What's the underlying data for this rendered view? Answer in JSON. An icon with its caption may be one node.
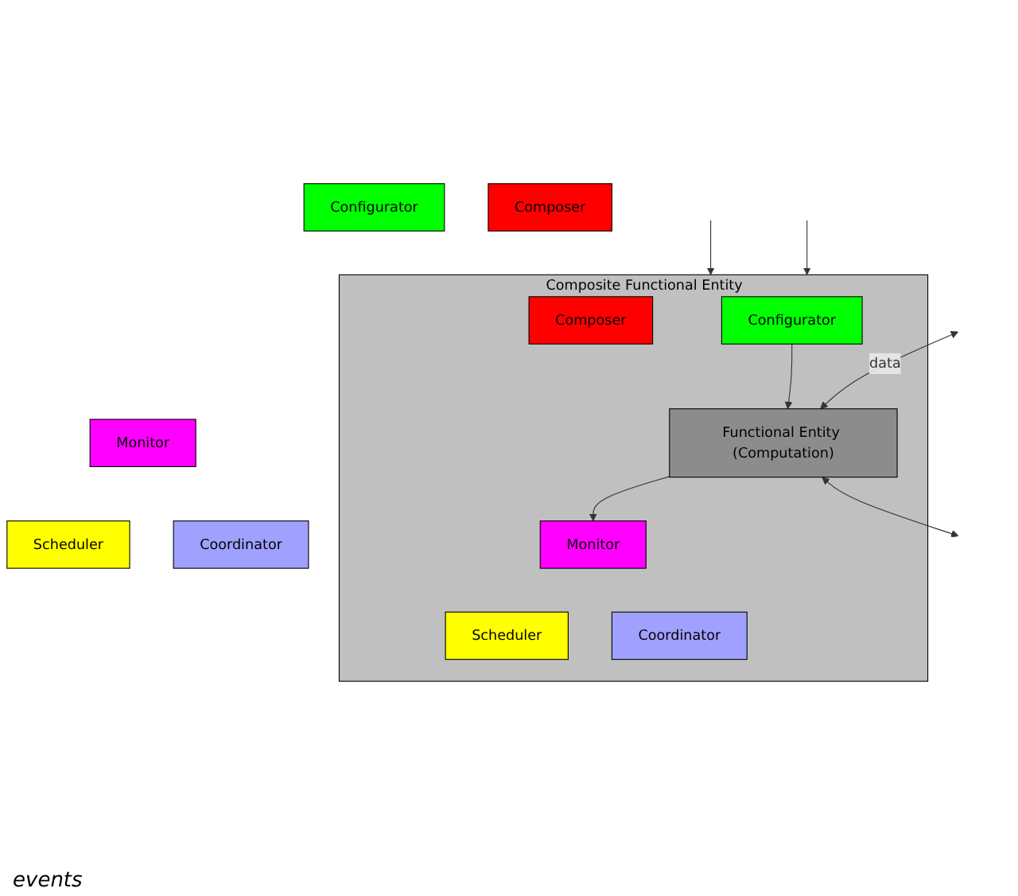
{
  "diagram": {
    "nodes": [
      {
        "text": [
          "Composer"
        ]
      },
      {
        "text": [
          "Configurator"
        ]
      },
      {
        "text": [
          "Composite Functional Entity"
        ]
      },
      {
        "text": [
          "Composer"
        ],
        "in": 2
      },
      {
        "text": [
          "Configurator"
        ],
        "in": 2
      },
      {
        "text": [
          "Functional Entity (Computation)"
        ],
        "in": 2
      },
      {
        "text": [
          "Monitor"
        ],
        "in": 2
      },
      {
        "text": [
          "Coordinator"
        ],
        "in": 2
      },
      {
        "text": [
          "Scheduler"
        ],
        "in": 2
      },
      {
        "text": [
          "Monitor"
        ]
      },
      {
        "text": [
          "Coordinator"
        ]
      },
      {
        "text": [
          "Scheduler"
        ]
      }
    ],
    "edges": [
      {
        "from": null,
        "to": 2,
        "arrow": "to"
      },
      {
        "from": 4,
        "to": 5,
        "arrow": "to"
      },
      {
        "from": null,
        "to": 5,
        "arrow": "both",
        "label": "data"
      },
      {
        "from": 5,
        "to": null,
        "arrow": "both"
      },
      {
        "from": 5,
        "to": 6,
        "arrow": "to"
      },
      {
        "from": null,
        "to": 2,
        "arrow": "to"
      }
    ],
    "labels": [
      "events"
    ]
  }
}
